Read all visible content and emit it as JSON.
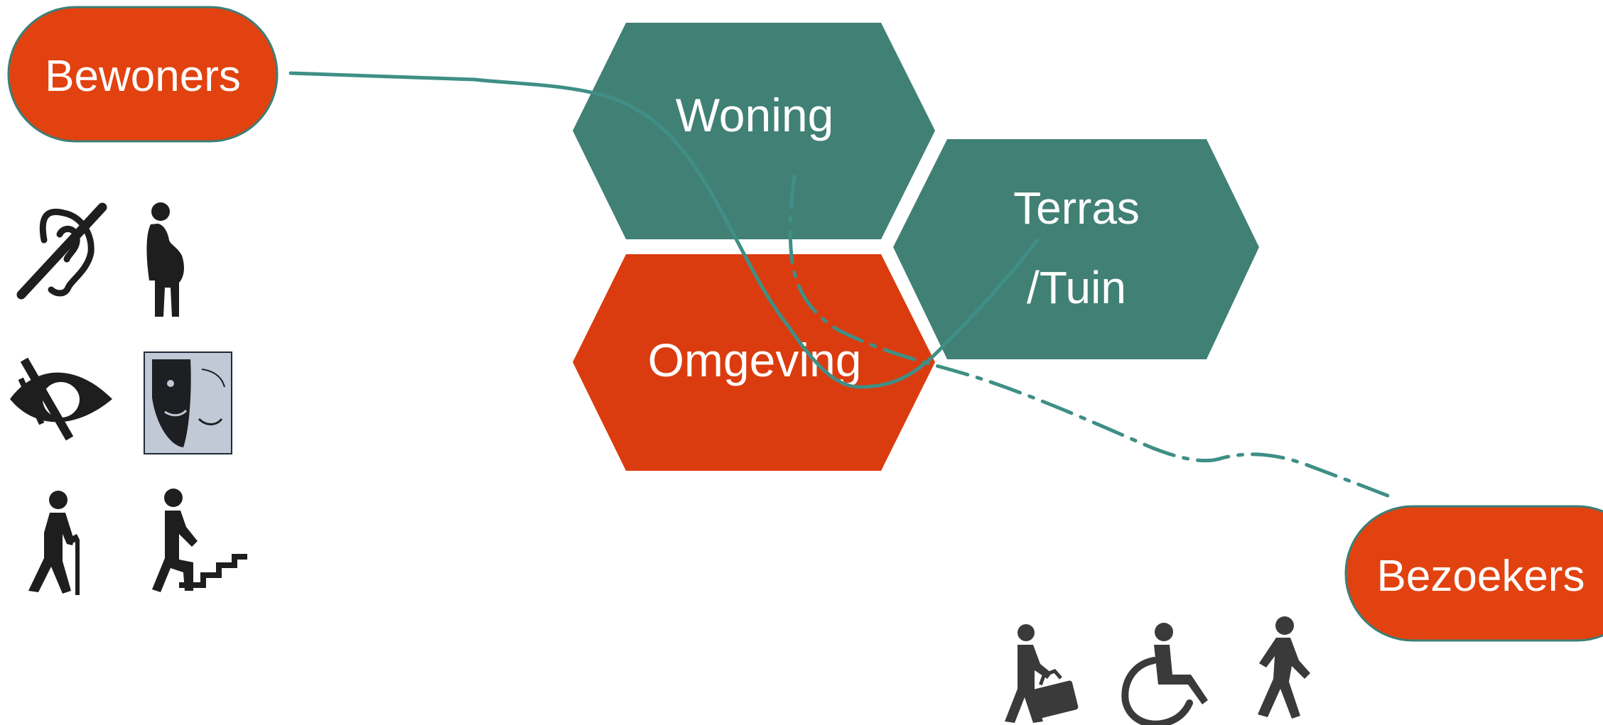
{
  "colors": {
    "orange": "#e2420f",
    "teal": "#418075",
    "teal_line": "#3f8f86",
    "outline_teal": "#3a7f78",
    "icon_dark": "#2b2b2b",
    "mask_grey": "#c1c8d6",
    "mask_dark": "#1e1f22"
  },
  "groups": {
    "bewoners": {
      "label": "Bewoners"
    },
    "bezoekers": {
      "label": "Bezoekers"
    }
  },
  "areas": {
    "woning": {
      "label": "Woning"
    },
    "terras": {
      "line1": "Terras",
      "line2": "/Tuin"
    },
    "omgeving": {
      "label": "Omgeving"
    }
  },
  "icons": {
    "bewoners": [
      "hearing-impaired-icon",
      "pregnant-person-icon",
      "visually-impaired-icon",
      "theatre-masks-icon",
      "person-with-cane-icon",
      "person-climbing-stairs-icon"
    ],
    "bezoekers": [
      "person-with-luggage-icon",
      "wheelchair-user-icon",
      "walking-person-icon"
    ]
  }
}
